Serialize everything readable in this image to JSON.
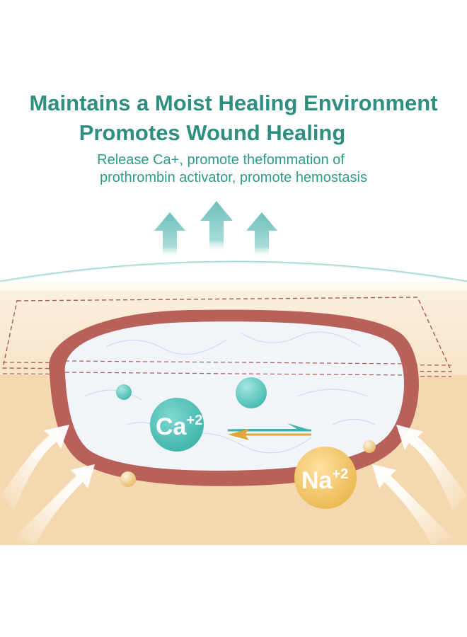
{
  "heading": {
    "line1": "Maintains a Moist Healing Environment",
    "line2": "Promotes Wound Healing"
  },
  "subtext": {
    "line1": "Release Ca+, promote thefommation of",
    "line2": "prothrombin activator, promote hemostasis"
  },
  "ions": {
    "calcium": {
      "symbol": "Ca",
      "charge": "+2"
    },
    "sodium": {
      "symbol": "Na",
      "charge": "+2"
    }
  },
  "colors": {
    "teal": "#2a9c8c",
    "heading_text": "#2e8f80",
    "arrow_teal": "#7cc9c4",
    "skin_top": "#f8e7cf",
    "skin_bottom": "#f0d2a8",
    "wound_rim": "#b8605a",
    "gel": "#eef3f8",
    "sodium_gold": "#e9b84e"
  },
  "icons": [
    "up-arrow-icon",
    "exchange-arrows-icon",
    "inflow-arrow-icon"
  ]
}
